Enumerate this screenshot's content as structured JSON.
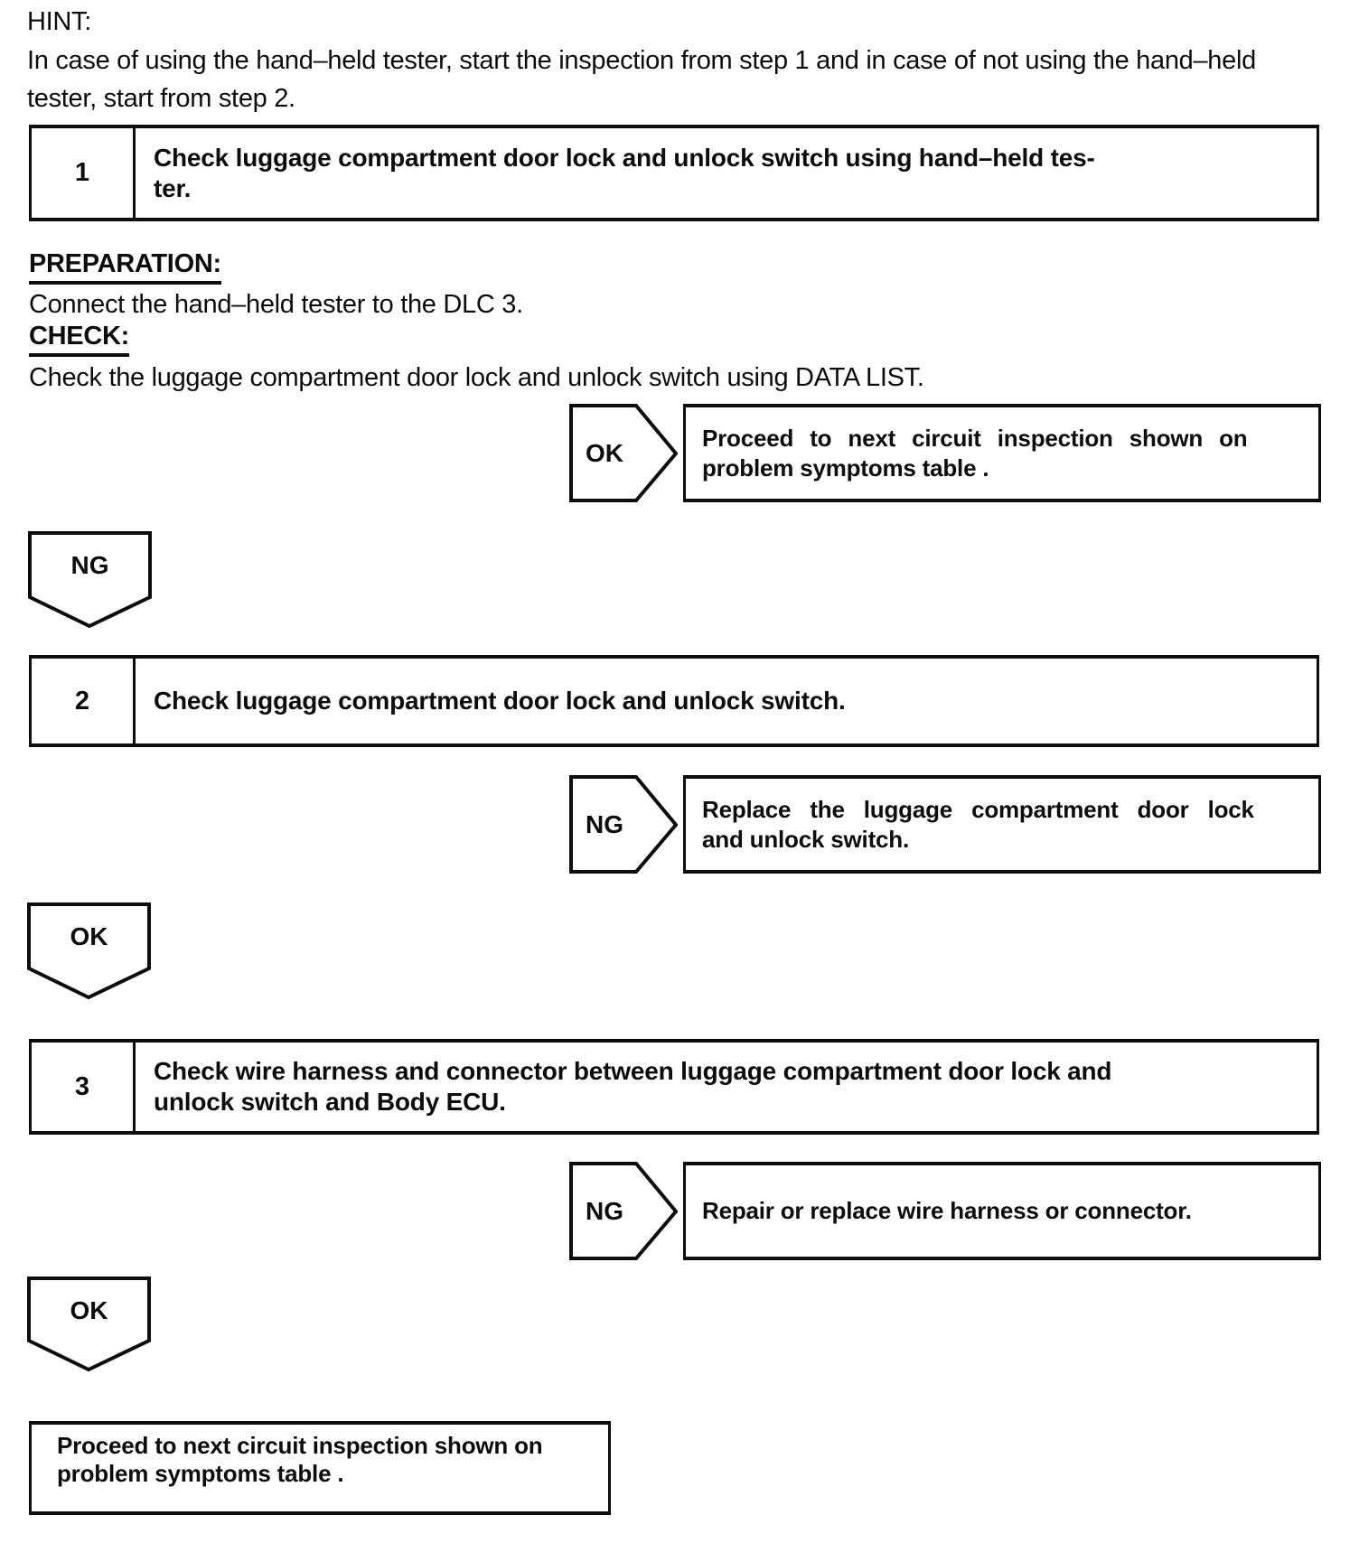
{
  "colors": {
    "ink": "#0d0d0d",
    "paper": "#ffffff"
  },
  "hint": {
    "label": "HINT:",
    "lines": [
      "In case of using the hand–held tester, start the inspection from step 1 and in case of not using the hand–held",
      "tester, start from step 2."
    ]
  },
  "sections": {
    "preparation_label": "PREPARATION:",
    "preparation_text": "Connect the hand–held tester to the DLC 3.",
    "check_label": "CHECK:",
    "check_text": "Check the luggage compartment door lock and unlock switch using DATA LIST."
  },
  "steps": [
    {
      "number": "1",
      "title_lines": [
        "Check luggage compartment door lock and unlock switch using hand–held tes-",
        "ter."
      ]
    },
    {
      "number": "2",
      "title_lines": [
        "Check luggage compartment door lock and unlock switch."
      ]
    },
    {
      "number": "3",
      "title_lines": [
        "Check wire harness and connector between luggage compartment door lock and",
        "unlock switch and Body ECU."
      ]
    }
  ],
  "connectors": {
    "ok_label": "OK",
    "ng_label": "NG"
  },
  "result_boxes": {
    "ok1_lines": [
      "Proceed to next circuit inspection shown on",
      "problem symptoms table ."
    ],
    "ng2_lines": [
      "Replace the luggage compartment door lock",
      "and unlock switch."
    ],
    "ng3_lines": [
      "Repair or replace wire harness or connector."
    ],
    "final_lines": [
      "Proceed to next circuit inspection shown on",
      "problem symptoms table ."
    ]
  }
}
